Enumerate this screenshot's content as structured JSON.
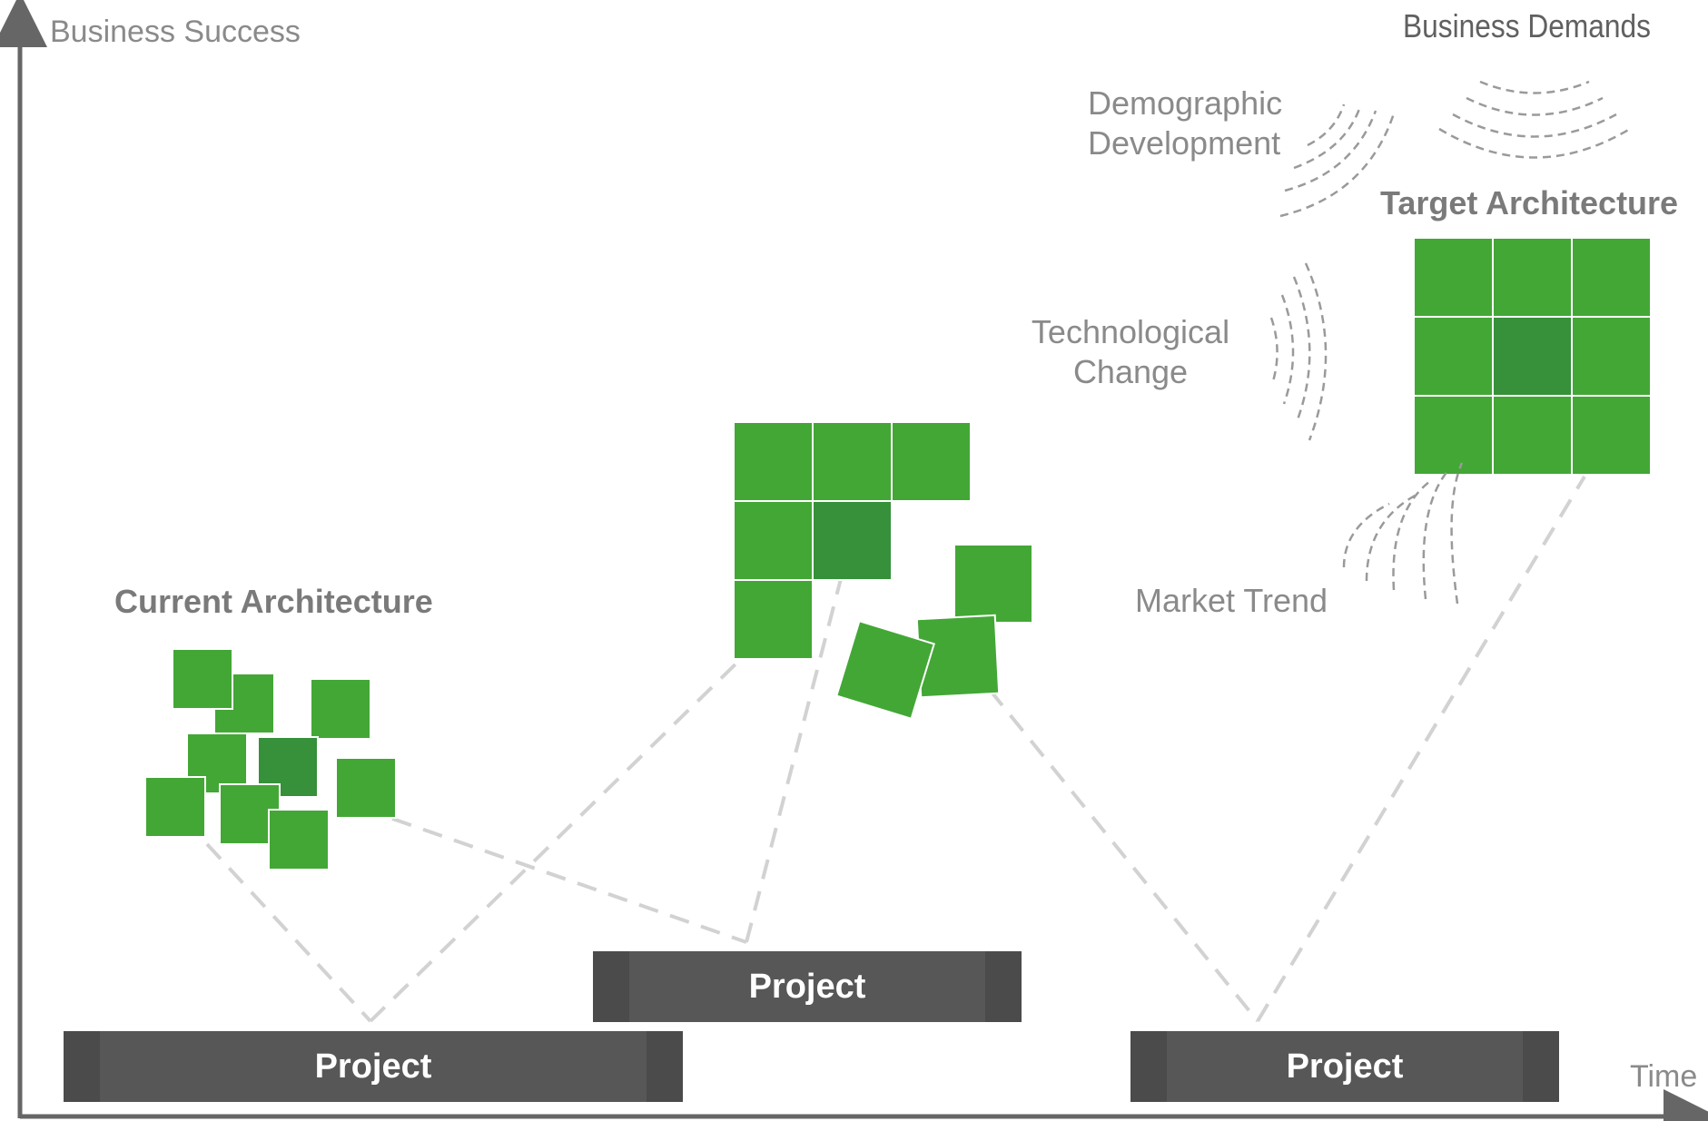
{
  "axes": {
    "y_label": "Business Success",
    "x_label": "Time"
  },
  "architectures": {
    "current": "Current Architecture",
    "target": "Target Architecture"
  },
  "forces": {
    "business_demands": "Business Demands",
    "demographic_development": [
      "Demographic",
      "Development"
    ],
    "technological_change": [
      "Technological",
      "Change"
    ],
    "market_trend": "Market Trend"
  },
  "projects": [
    {
      "label": "Project"
    },
    {
      "label": "Project"
    },
    {
      "label": "Project"
    }
  ],
  "colors": {
    "piece": "#43a736",
    "piece_center": "#36913a",
    "axis": "#666666",
    "dashed_line": "#d2d2d2",
    "wave": "#9a9a9a",
    "project_bar": "#575757",
    "label_grey": "#8a8a8a"
  }
}
